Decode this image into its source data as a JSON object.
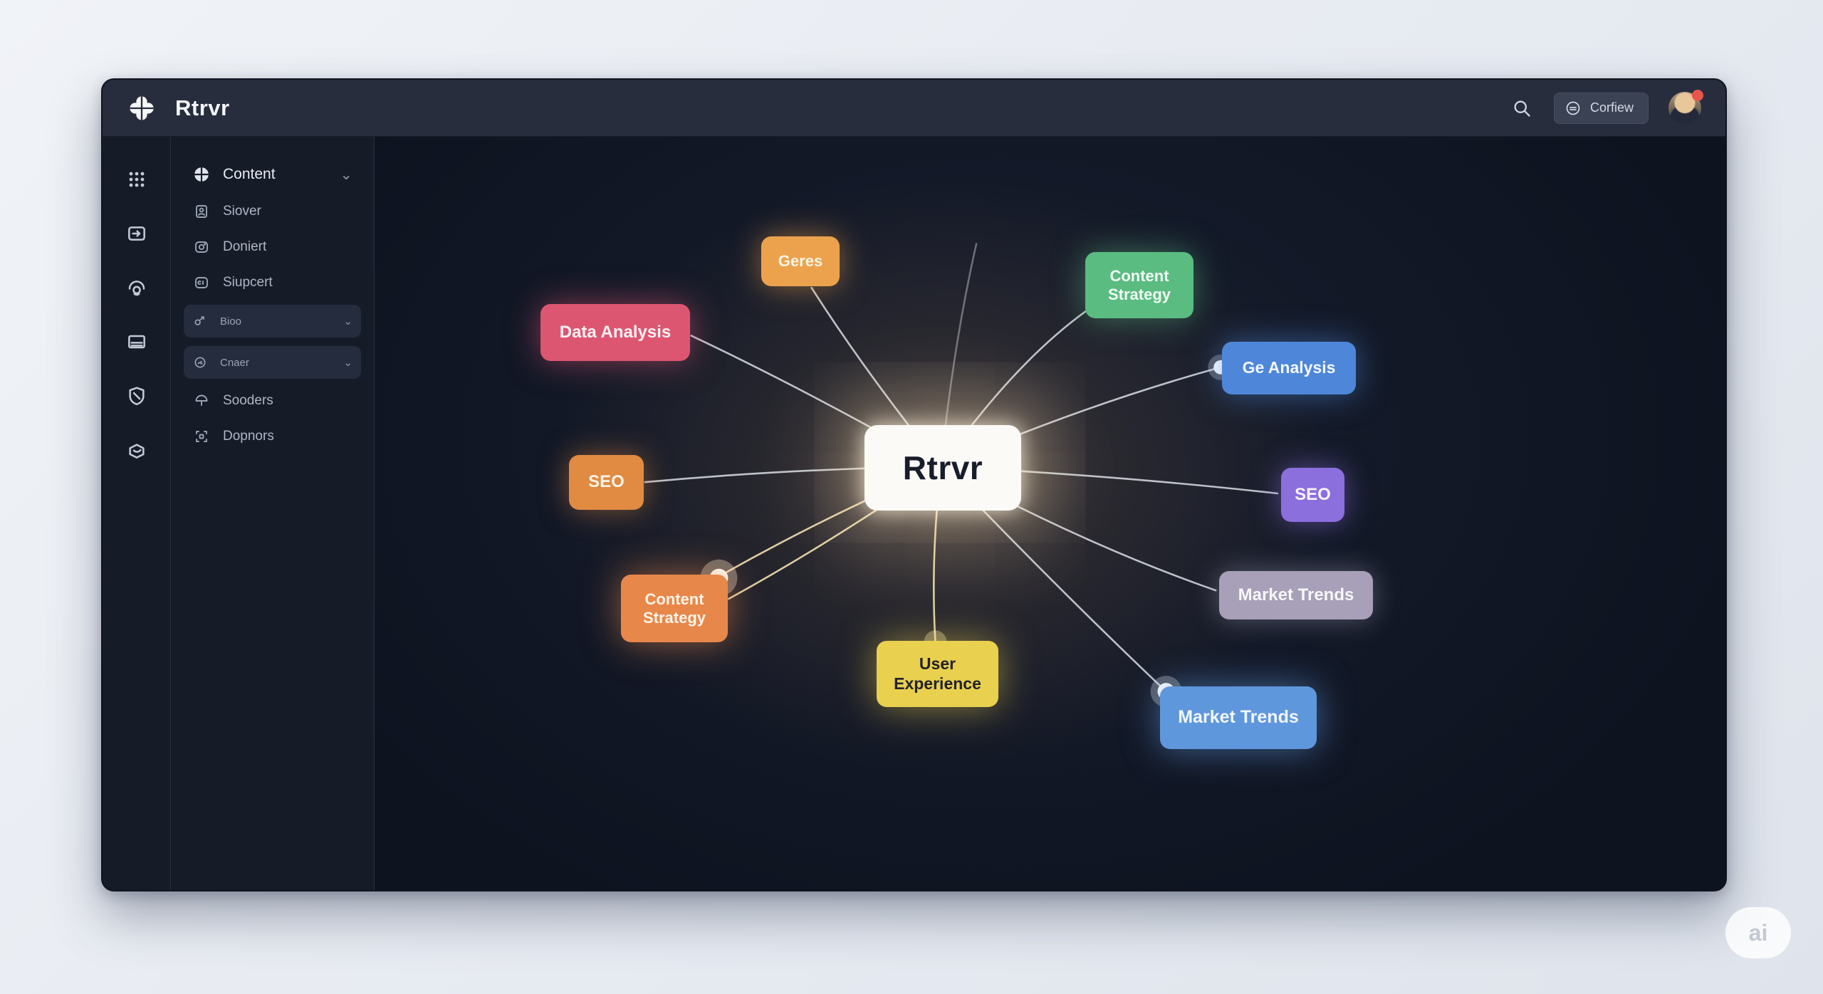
{
  "topbar": {
    "title": "Rtrvr",
    "logo_icon": "clover-logo-icon",
    "search_icon": "search-icon",
    "action_button": {
      "icon": "list-circle-icon",
      "label": "Corfiew"
    },
    "avatar": {
      "icon": "user-avatar",
      "notification_dot_color": "#e8554a"
    }
  },
  "icon_rail": {
    "items": [
      {
        "icon": "apps-grid-icon"
      },
      {
        "icon": "window-arrow-icon"
      },
      {
        "icon": "headset-icon"
      },
      {
        "icon": "panel-lines-icon"
      },
      {
        "icon": "shield-icon"
      },
      {
        "icon": "hand-box-icon"
      }
    ]
  },
  "sidebar": {
    "items": [
      {
        "label": "Content",
        "icon": "quad-circle-icon",
        "chevron": "⌄",
        "style": "header"
      },
      {
        "label": "Siover",
        "icon": "user-card-icon"
      },
      {
        "label": "Doniert",
        "icon": "camera-icon"
      },
      {
        "label": "Siupcert",
        "icon": "badge-icon"
      },
      {
        "label": "Bioo",
        "icon": "share-out-icon",
        "chevron": "⌄",
        "style": "pill"
      },
      {
        "label": "Cnaer",
        "icon": "circle-dash-icon",
        "chevron": "⌄",
        "style": "pill"
      },
      {
        "label": "Sooders",
        "icon": "umbrella-icon"
      },
      {
        "label": "Dopnors",
        "icon": "qr-icon"
      }
    ]
  },
  "mindmap": {
    "center": {
      "label": "Rtrvr",
      "color": "#fbfaf7",
      "text_color": "#181d2b"
    },
    "nodes": [
      {
        "label": "Geres",
        "color": "#eca24d",
        "text_color": "#fff6e6"
      },
      {
        "label": "Content Strategy",
        "color": "#5abc80",
        "text_color": "#f2fbf5"
      },
      {
        "label": "Ge Analysis",
        "color": "#4e87d9",
        "text_color": "#f4f8ff",
        "connector_dot": true
      },
      {
        "label": "SEO",
        "color": "#8b6fdd",
        "text_color": "#f6f3ff"
      },
      {
        "label": "Market Trends",
        "color": "#a7a0b8",
        "text_color": "#f7f6fa"
      },
      {
        "label": "Market Trends",
        "color": "#5f97dc",
        "text_color": "#f2f7ff",
        "connector_dot": true
      },
      {
        "label": "User Experience",
        "color": "#e9d04f",
        "text_color": "#23222b"
      },
      {
        "label": "Content Strategy",
        "color": "#e8874a",
        "text_color": "#fff4ea",
        "connector_dot": true
      },
      {
        "label": "SEO",
        "color": "#e08a42",
        "text_color": "#fff4e8"
      },
      {
        "label": "Data Analysis",
        "color": "#dd5671",
        "text_color": "#fff2f4"
      }
    ],
    "edge_color": "#e9eef6",
    "glow_color": "#ffdfaf"
  },
  "watermark": {
    "label": "ai"
  }
}
